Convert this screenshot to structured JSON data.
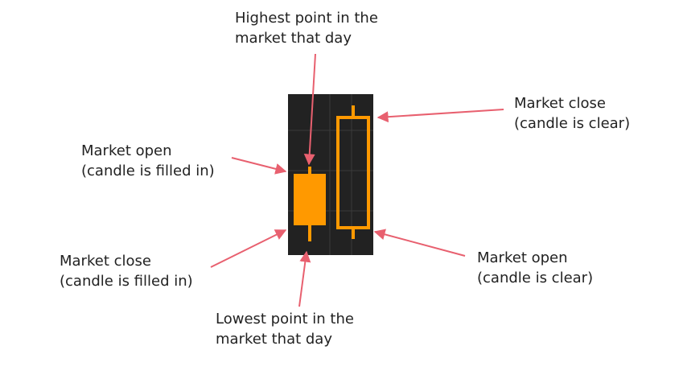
{
  "colors": {
    "chart_background": "#222222",
    "candle": "#ff9900",
    "arrow": "#e8606f",
    "text": "#222222",
    "grid": "#3a3a3a"
  },
  "labels": {
    "highest": {
      "line1": "Highest point in the",
      "line2": "market that day"
    },
    "close_clear": {
      "line1": "Market close",
      "line2": "(candle is clear)"
    },
    "open_filled": {
      "line1": "Market open",
      "line2": "(candle is filled in)"
    },
    "close_filled": {
      "line1": "Market close",
      "line2": "(candle is filled in)"
    },
    "open_clear": {
      "line1": "Market open",
      "line2": "(candle is clear)"
    },
    "lowest": {
      "line1": "Lowest point in the",
      "line2": "market that day"
    }
  }
}
